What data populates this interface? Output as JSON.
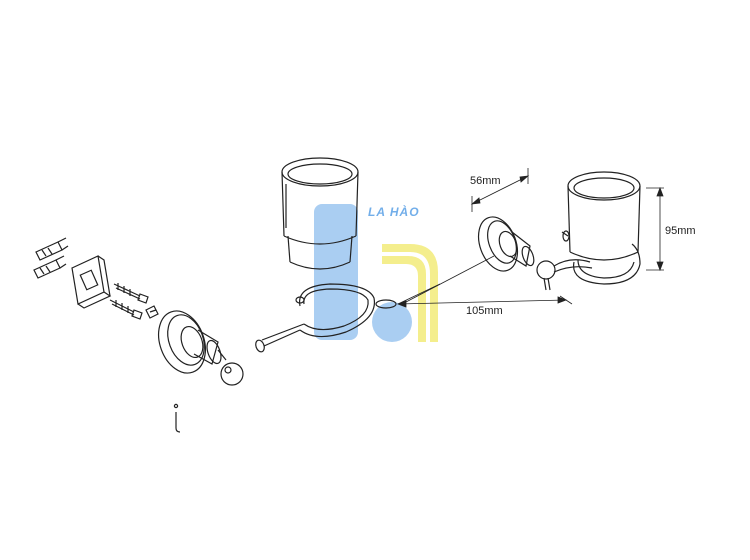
{
  "watermark": {
    "brand": "LA HÀO",
    "colors": {
      "blue": "#9cc6f0",
      "yellow": "#f3ec7a",
      "text": "#5aa0e6"
    }
  },
  "dimensions": {
    "depth": "56mm",
    "height": "95mm",
    "width": "105mm"
  },
  "colors": {
    "line": "#222222",
    "background": "#ffffff"
  }
}
